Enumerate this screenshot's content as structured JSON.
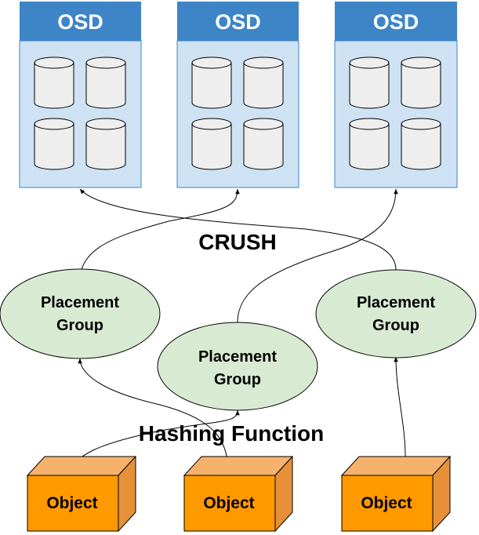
{
  "colors": {
    "osd_header": "#3d85c6",
    "osd_body": "#cfe2f3",
    "disk_fill": "#eeeeee",
    "pg_fill": "#d9ead3",
    "object_front": "#ff9900",
    "object_top": "#f6b26b",
    "object_side": "#e69138",
    "line": "#000000"
  },
  "osds": [
    {
      "label": "OSD"
    },
    {
      "label": "OSD"
    },
    {
      "label": "OSD"
    }
  ],
  "labels": {
    "crush": "CRUSH",
    "hashing": "Hashing Function"
  },
  "placement_groups": [
    {
      "line1": "Placement",
      "line2": "Group"
    },
    {
      "line1": "Placement",
      "line2": "Group"
    },
    {
      "line1": "Placement",
      "line2": "Group"
    }
  ],
  "objects": [
    {
      "label": "Object"
    },
    {
      "label": "Object"
    },
    {
      "label": "Object"
    }
  ]
}
